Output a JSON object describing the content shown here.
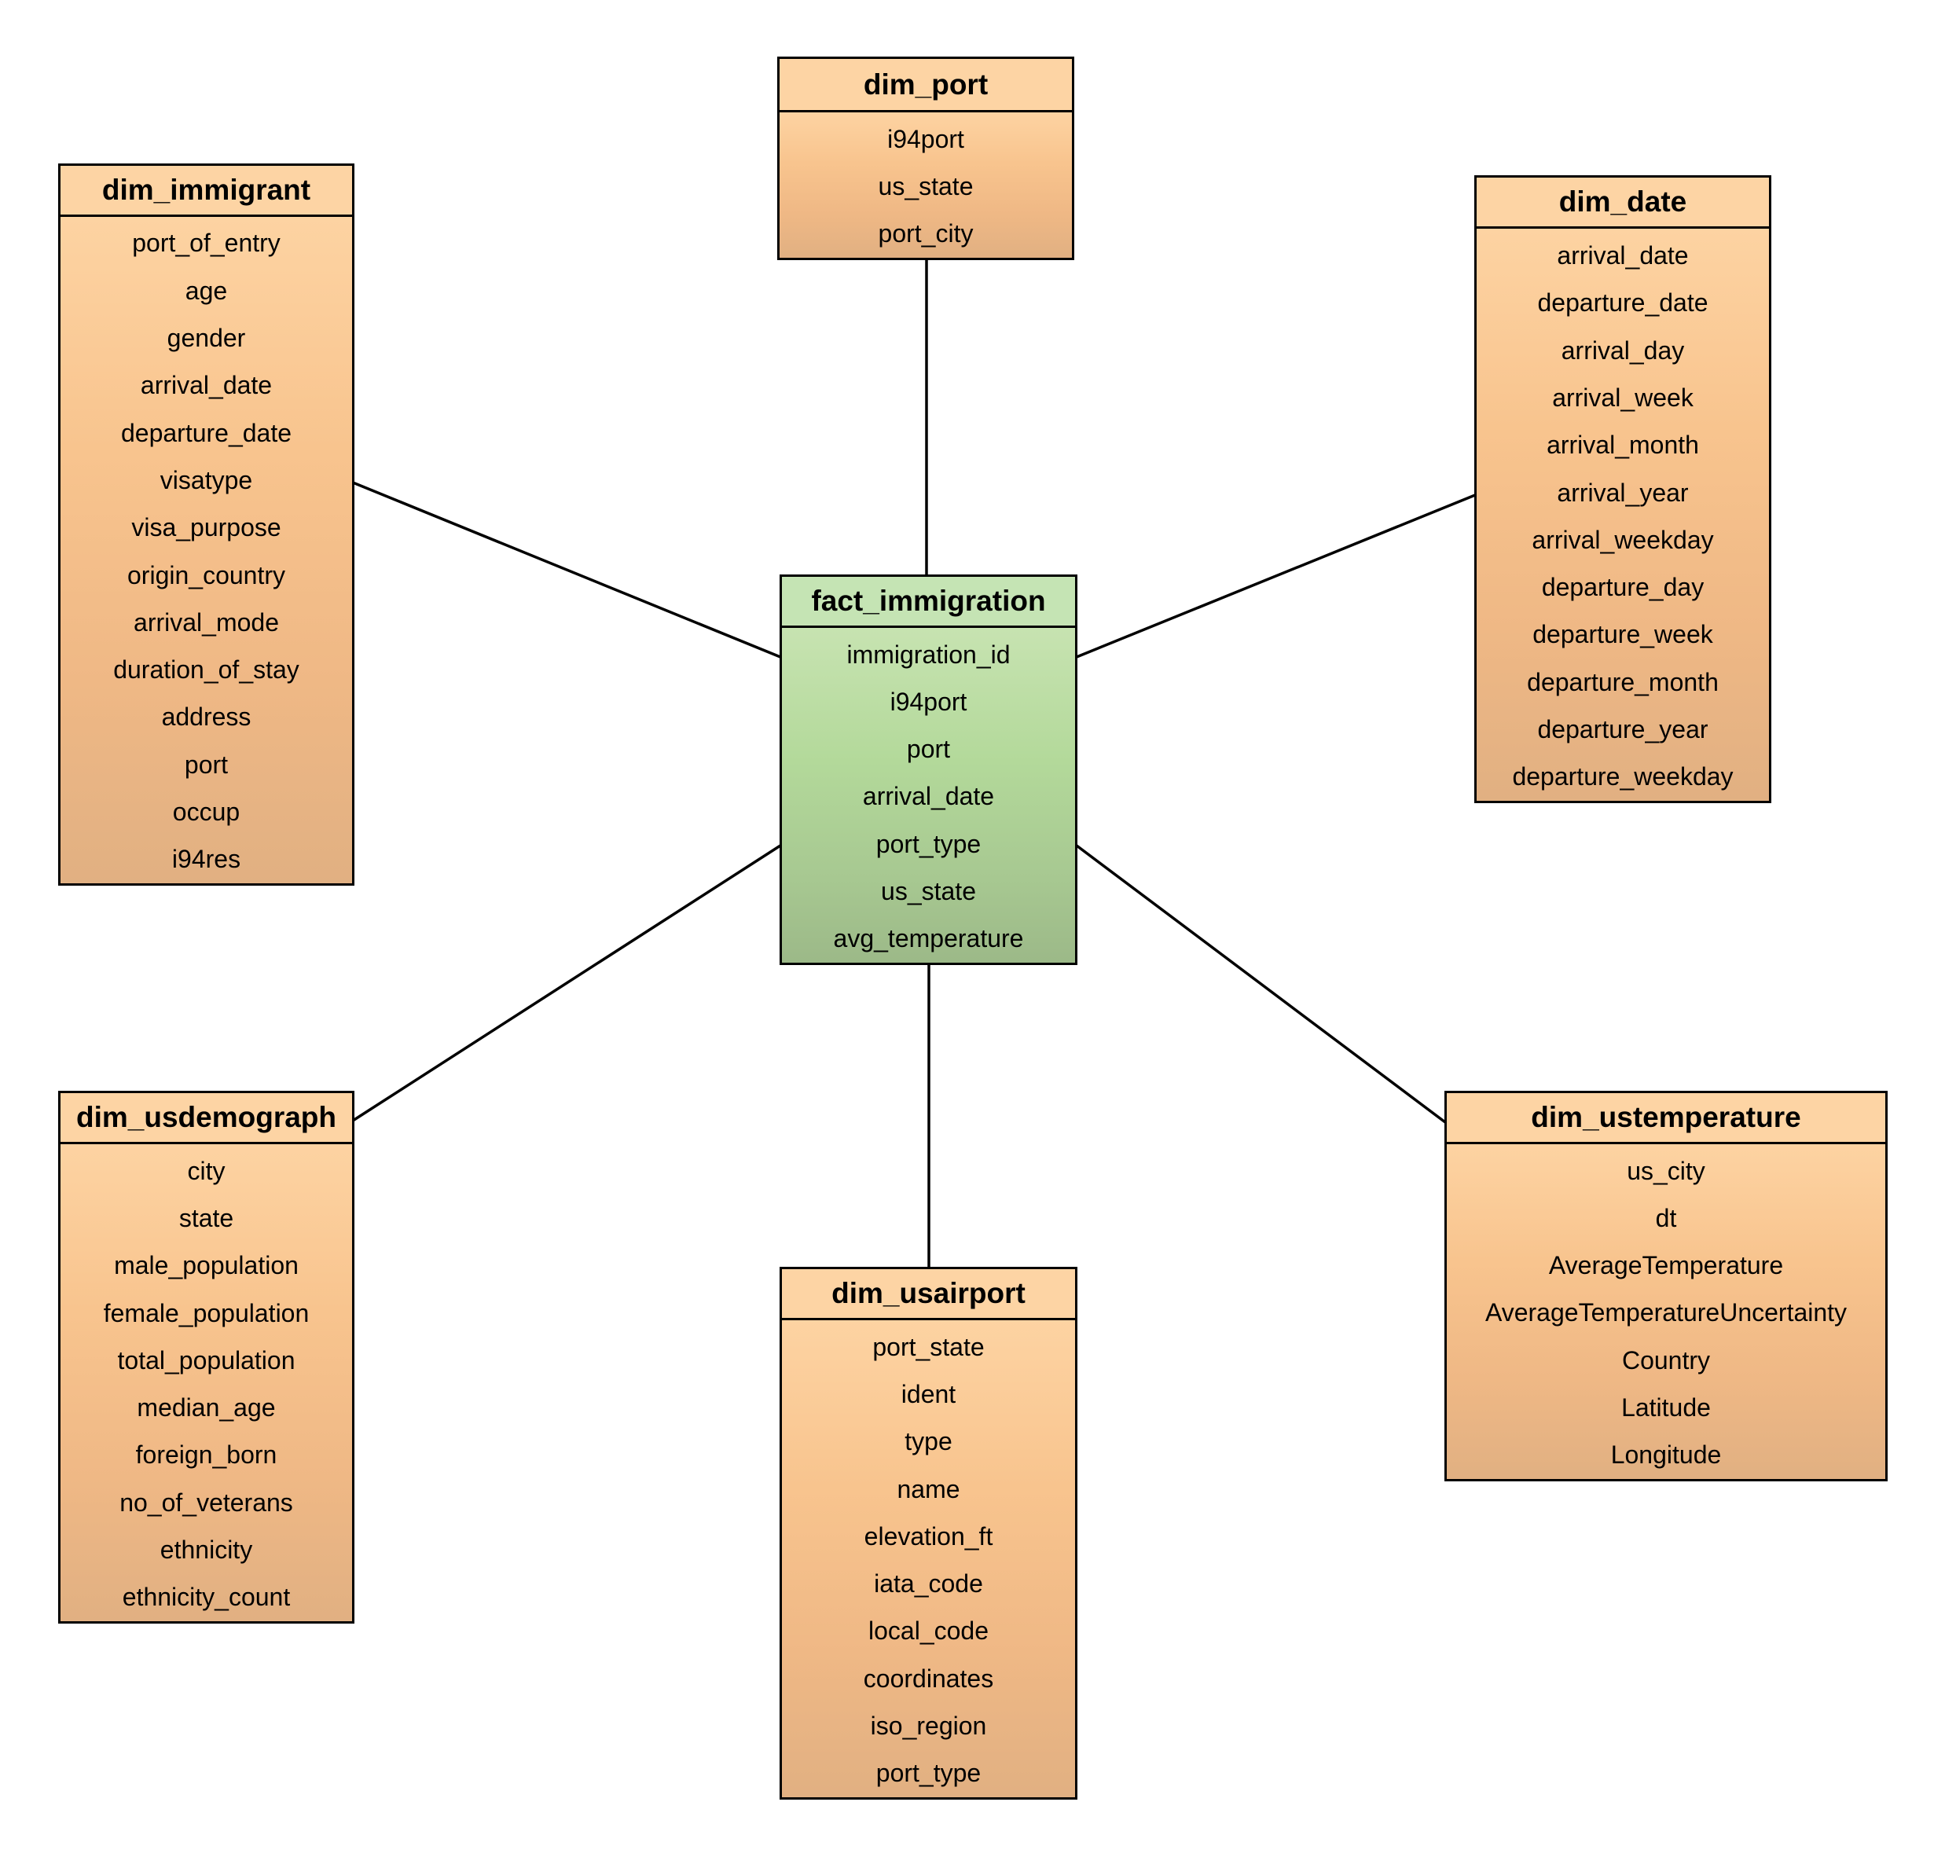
{
  "tables": {
    "dim_port": {
      "name": "dim_port",
      "fields": [
        "i94port",
        "us_state",
        "port_city"
      ]
    },
    "dim_immigrant": {
      "name": "dim_immigrant",
      "fields": [
        "port_of_entry",
        "age",
        "gender",
        "arrival_date",
        "departure_date",
        "visatype",
        "visa_purpose",
        "origin_country",
        "arrival_mode",
        "duration_of_stay",
        "address",
        "port",
        "occup",
        "i94res"
      ]
    },
    "dim_date": {
      "name": "dim_date",
      "fields": [
        "arrival_date",
        "departure_date",
        "arrival_day",
        "arrival_week",
        "arrival_month",
        "arrival_year",
        "arrival_weekday",
        "departure_day",
        "departure_week",
        "departure_month",
        "departure_year",
        "departure_weekday"
      ]
    },
    "fact_immigration": {
      "name": "fact_immigration",
      "fields": [
        "immigration_id",
        "i94port",
        "port",
        "arrival_date",
        "port_type",
        "us_state",
        "avg_temperature"
      ]
    },
    "dim_usdemograph": {
      "name": "dim_usdemograph",
      "fields": [
        "city",
        "state",
        "male_population",
        "female_population",
        "total_population",
        "median_age",
        "foreign_born",
        "no_of_veterans",
        "ethnicity",
        "ethnicity_count"
      ]
    },
    "dim_usairport": {
      "name": "dim_usairport",
      "fields": [
        "port_state",
        "ident",
        "type",
        "name",
        "elevation_ft",
        "iata_code",
        "local_code",
        "coordinates",
        "iso_region",
        "port_type"
      ]
    },
    "dim_ustemperature": {
      "name": "dim_ustemperature",
      "fields": [
        "us_city",
        "dt",
        "AverageTemperature",
        "AverageTemperatureUncertainty",
        "Country",
        "Latitude",
        "Longitude"
      ]
    }
  },
  "colors": {
    "dimension_fill": "#f8c48e",
    "fact_fill": "#b3d99a",
    "border": "#000000"
  }
}
